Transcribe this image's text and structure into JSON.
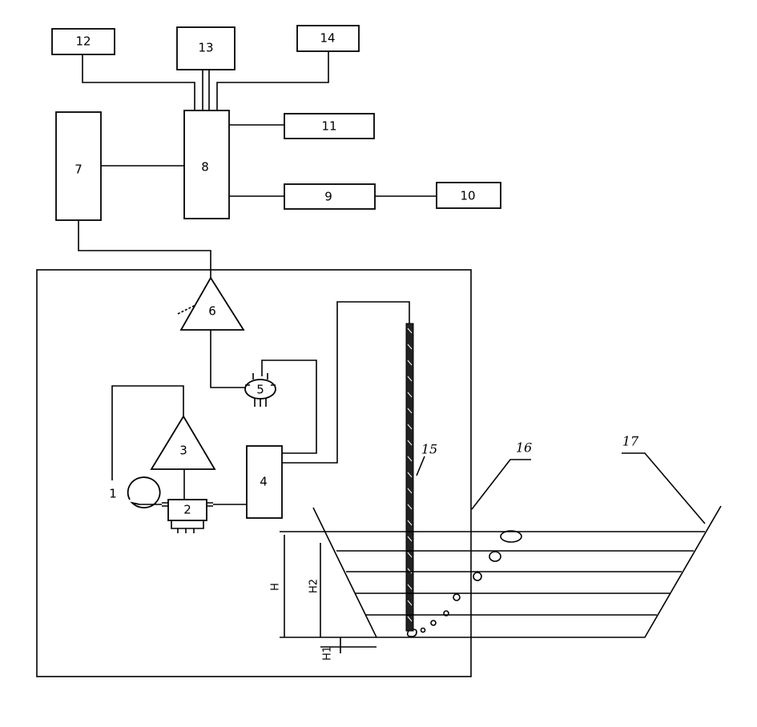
{
  "blocks": {
    "b12": "12",
    "b13": "13",
    "b14": "14",
    "b11": "11",
    "b7": "7",
    "b8": "8",
    "b9": "9",
    "b10": "10",
    "b1": "1",
    "b2": "2",
    "b3": "3",
    "b4": "4",
    "b5": "5",
    "b6": "6"
  },
  "callouts": {
    "c15": "15",
    "c16": "16",
    "c17": "17"
  },
  "dimensions": {
    "h": "H",
    "h1": "H1",
    "h2": "H2"
  }
}
